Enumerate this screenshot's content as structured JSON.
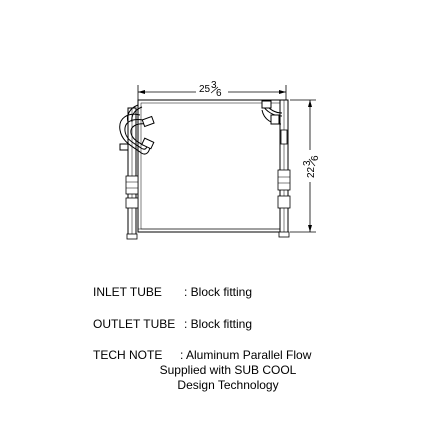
{
  "dimensions": {
    "width": {
      "whole": "25",
      "frac_num": "3",
      "frac_den": "6"
    },
    "height": {
      "whole": "22",
      "frac_num": "3",
      "frac_den": "6"
    }
  },
  "specs": {
    "inlet": {
      "label": "INLET TUBE",
      "value": ": Block fitting"
    },
    "outlet": {
      "label": "OUTLET TUBE",
      "value": ": Block fitting"
    },
    "tech": {
      "label": "TECH NOTE",
      "value": ": Aluminum Parallel Flow",
      "line2": "Supplied with SUB COOL",
      "line3": "Design Technology"
    }
  }
}
